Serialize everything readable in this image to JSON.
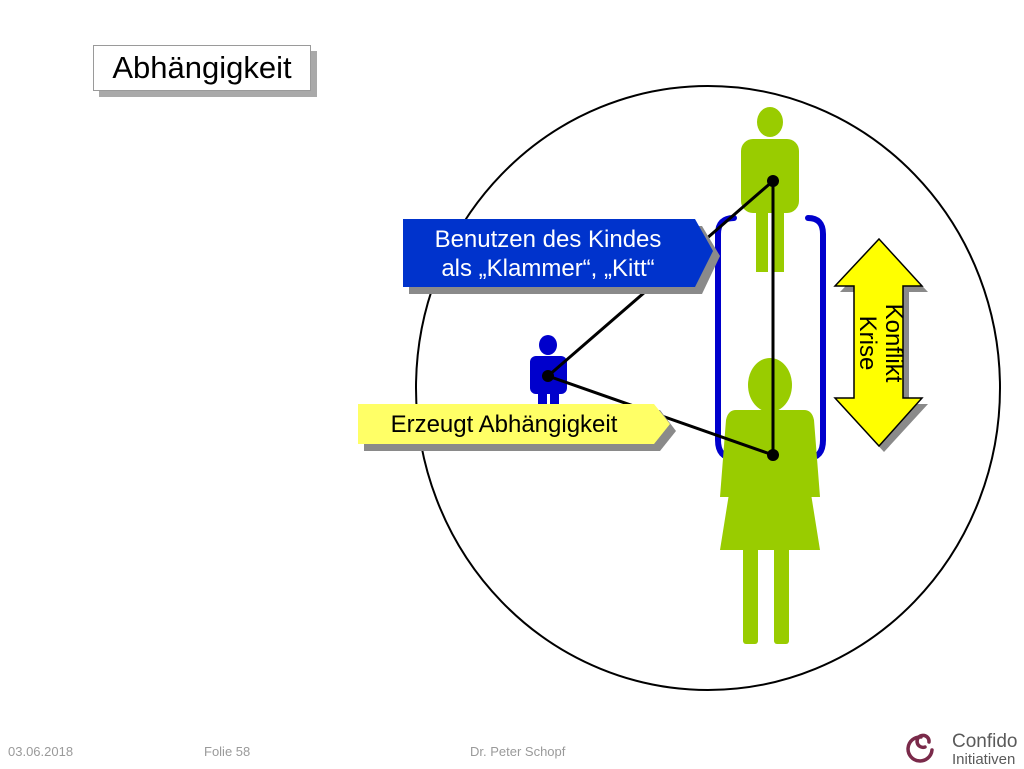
{
  "slide": {
    "title": "Abhängigkeit"
  },
  "diagram": {
    "blue_label": {
      "line1": "Benutzen des Kindes",
      "line2": "als „Klammer“, „Kitt“"
    },
    "yellow_label": "Erzeugt Abhängigkeit",
    "arrow_label": {
      "line1": "Konflikt",
      "line2": "Krise"
    },
    "colors": {
      "figure_green": "#99cc00",
      "child_blue": "#0000cc",
      "label_blue": "#0033cc",
      "label_yellow": "#ffff66",
      "arrow_yellow": "#ffff00",
      "bracket_blue": "#0000cc"
    }
  },
  "footer": {
    "date": "03.06.2018",
    "slide_number": "Folie 58",
    "author": "Dr. Peter Schopf"
  },
  "logo": {
    "line1": "Confido",
    "line2": "Initiativen"
  }
}
